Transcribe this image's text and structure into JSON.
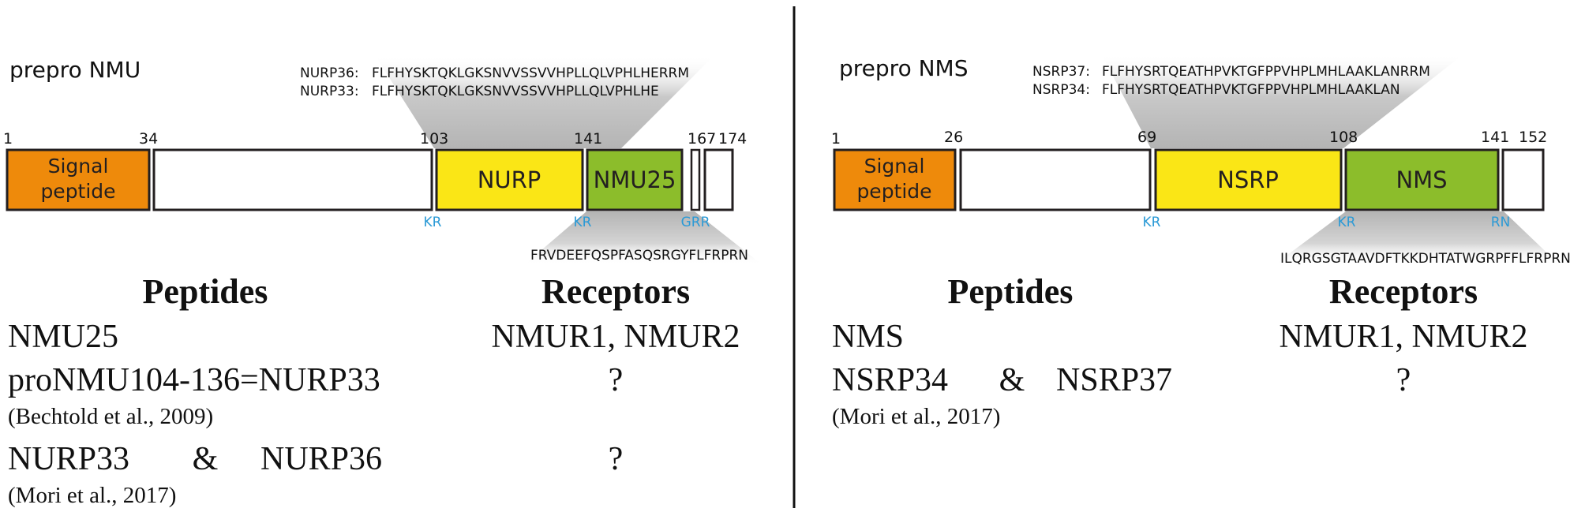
{
  "left": {
    "title": "prepro NMU",
    "top_seqs": [
      {
        "label": "NURP36:",
        "seq": "FLFHYSKTQKLGKSNVVSSVVHPLLQLVPHLHERRM"
      },
      {
        "label": "NURP33:",
        "seq": "FLFHYSKTQKLGKSNVVSSVVHPLLQLVPHLHE"
      }
    ],
    "positions": [
      "1",
      "34",
      "103",
      "141",
      "167",
      "174"
    ],
    "domains": {
      "signal_line1": "Signal",
      "signal_line2": "peptide",
      "d2": "NURP",
      "d3": "NMU25"
    },
    "cleavage": [
      "KR",
      "KR",
      "GRR"
    ],
    "bottom_seq": "FRVDEEFQSPFASQSRGYFLFRPRN",
    "table": {
      "peptides_header": "Peptides",
      "receptors_header": "Receptors",
      "rows": [
        {
          "peptide": "NMU25",
          "receptor": "NMUR1, NMUR2"
        },
        {
          "peptide": "proNMU104-136=NURP33",
          "receptor": "?",
          "citation": "(Bechtold et al., 2009)"
        },
        {
          "peptide_a": "NURP33",
          "amp": "&",
          "peptide_b": "NURP36",
          "receptor": "?",
          "citation": "(Mori et al., 2017)"
        }
      ]
    }
  },
  "right": {
    "title": "prepro NMS",
    "top_seqs": [
      {
        "label": "NSRP37:",
        "seq": "FLFHYSRTQEATHPVKTGFPPVHPLMHLAAKLANRRM"
      },
      {
        "label": "NSRP34:",
        "seq": "FLFHYSRTQEATHPVKTGFPPVHPLMHLAAKLAN"
      }
    ],
    "positions": [
      "1",
      "26",
      "69",
      "108",
      "141",
      "152"
    ],
    "domains": {
      "signal_line1": "Signal",
      "signal_line2": "peptide",
      "d2": "NSRP",
      "d3": "NMS"
    },
    "cleavage": [
      "KR",
      "KR",
      "RN"
    ],
    "bottom_seq": "ILQRGSGTAAVDFTKKDHTATWGRPFFLFRPRN",
    "table": {
      "peptides_header": "Peptides",
      "receptors_header": "Receptors",
      "rows": [
        {
          "peptide": "NMS",
          "receptor": "NMUR1, NMUR2"
        },
        {
          "peptide_a": "NSRP34",
          "amp": "&",
          "peptide_b": "NSRP37",
          "receptor": "?",
          "citation": "(Mori et al., 2017)"
        }
      ]
    }
  },
  "colors": {
    "signal": "#ee8a0b",
    "propeptide": "#fae616",
    "mature": "#8cbd2b",
    "cleavage_text": "#2b9ad6",
    "outline": "#231f20"
  }
}
